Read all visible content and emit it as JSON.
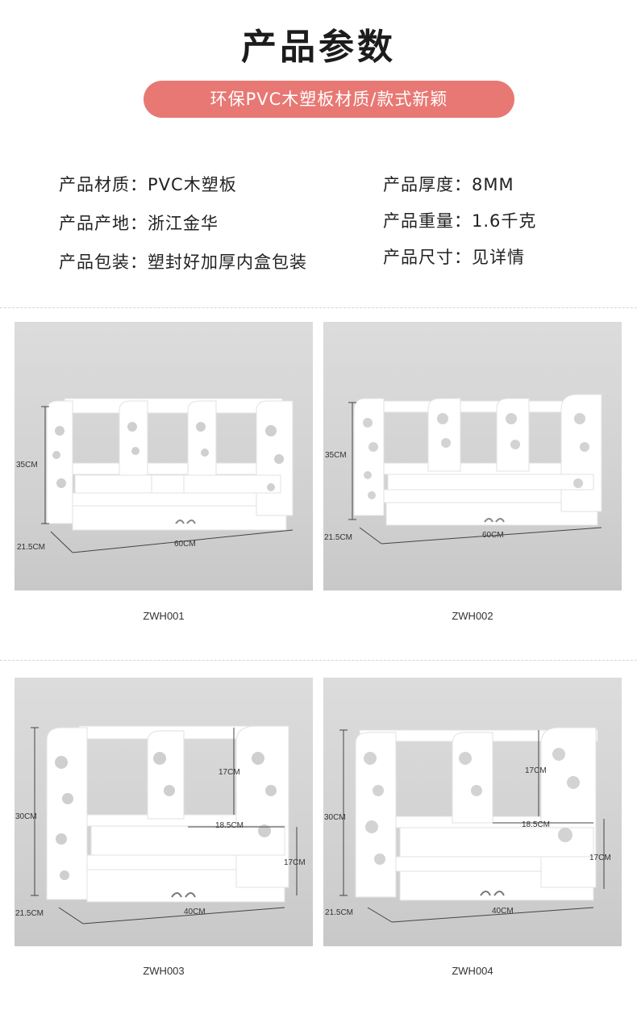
{
  "header": {
    "title": "产品参数",
    "subtitle": "环保PVC木塑板材质/款式新颖"
  },
  "specs": [
    {
      "label": "产品材质：",
      "value": "PVC木塑板"
    },
    {
      "label": "产品厚度：",
      "value": "8MM"
    },
    {
      "label": "产品产地：",
      "value": "浙江金华"
    },
    {
      "label": "产品重量：",
      "value": "1.6千克"
    },
    {
      "label": "产品包装：",
      "value": "塑封好加厚内盒包装"
    },
    {
      "label": "产品尺寸：",
      "value": "见详情"
    }
  ],
  "products": [
    {
      "model": "ZWH001",
      "height": "35CM",
      "depth": "21.5CM",
      "width": "60CM"
    },
    {
      "model": "ZWH002",
      "height": "35CM",
      "depth": "21.5CM",
      "width": "60CM"
    },
    {
      "model": "ZWH003",
      "height": "30CM",
      "depth": "21.5CM",
      "width": "40CM",
      "inner_height": "17CM",
      "inner_width": "18.5CM",
      "drawer_height": "17CM"
    },
    {
      "model": "ZWH004",
      "height": "30CM",
      "depth": "21.5CM",
      "width": "40CM",
      "inner_height": "17CM",
      "inner_width": "18.5CM",
      "drawer_height": "17CM"
    }
  ],
  "colors": {
    "accent_pill": "#e87873",
    "photo_background": "#d4d4d4",
    "shelf_white": "#ffffff"
  }
}
